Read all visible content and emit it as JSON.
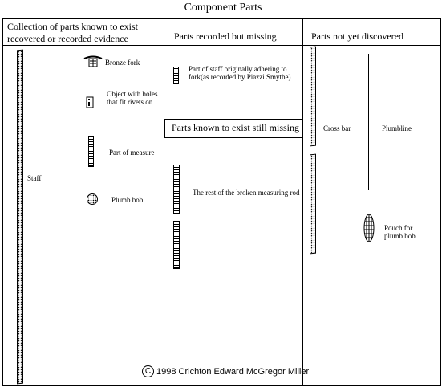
{
  "title": "Component Parts",
  "columns": {
    "col1": "Collection of parts known to exist recovered or recorded evidence",
    "col2": "Parts recorded but missing",
    "col3": "Parts not yet discovered"
  },
  "section_box": "Parts known to exist still missing",
  "items": {
    "staff": "Staff",
    "bronze_fork": "Bronze fork",
    "object_holes": "Object with holes that fit rivets on",
    "part_of_measure": "Part of measure",
    "plumb_bob": "Plumb bob",
    "part_of_staff": "Part of staff originally adhering to fork(as recorded by Piazzi Smythe)",
    "rest_of_rod": "The rest of the broken measuring rod",
    "cross_bar": "Cross bar",
    "plumbline": "Plumbline",
    "pouch": "Pouch for plumb bob"
  },
  "copyright": "1998 Crichton Edward McGregor Miller",
  "copyright_symbol": "C"
}
